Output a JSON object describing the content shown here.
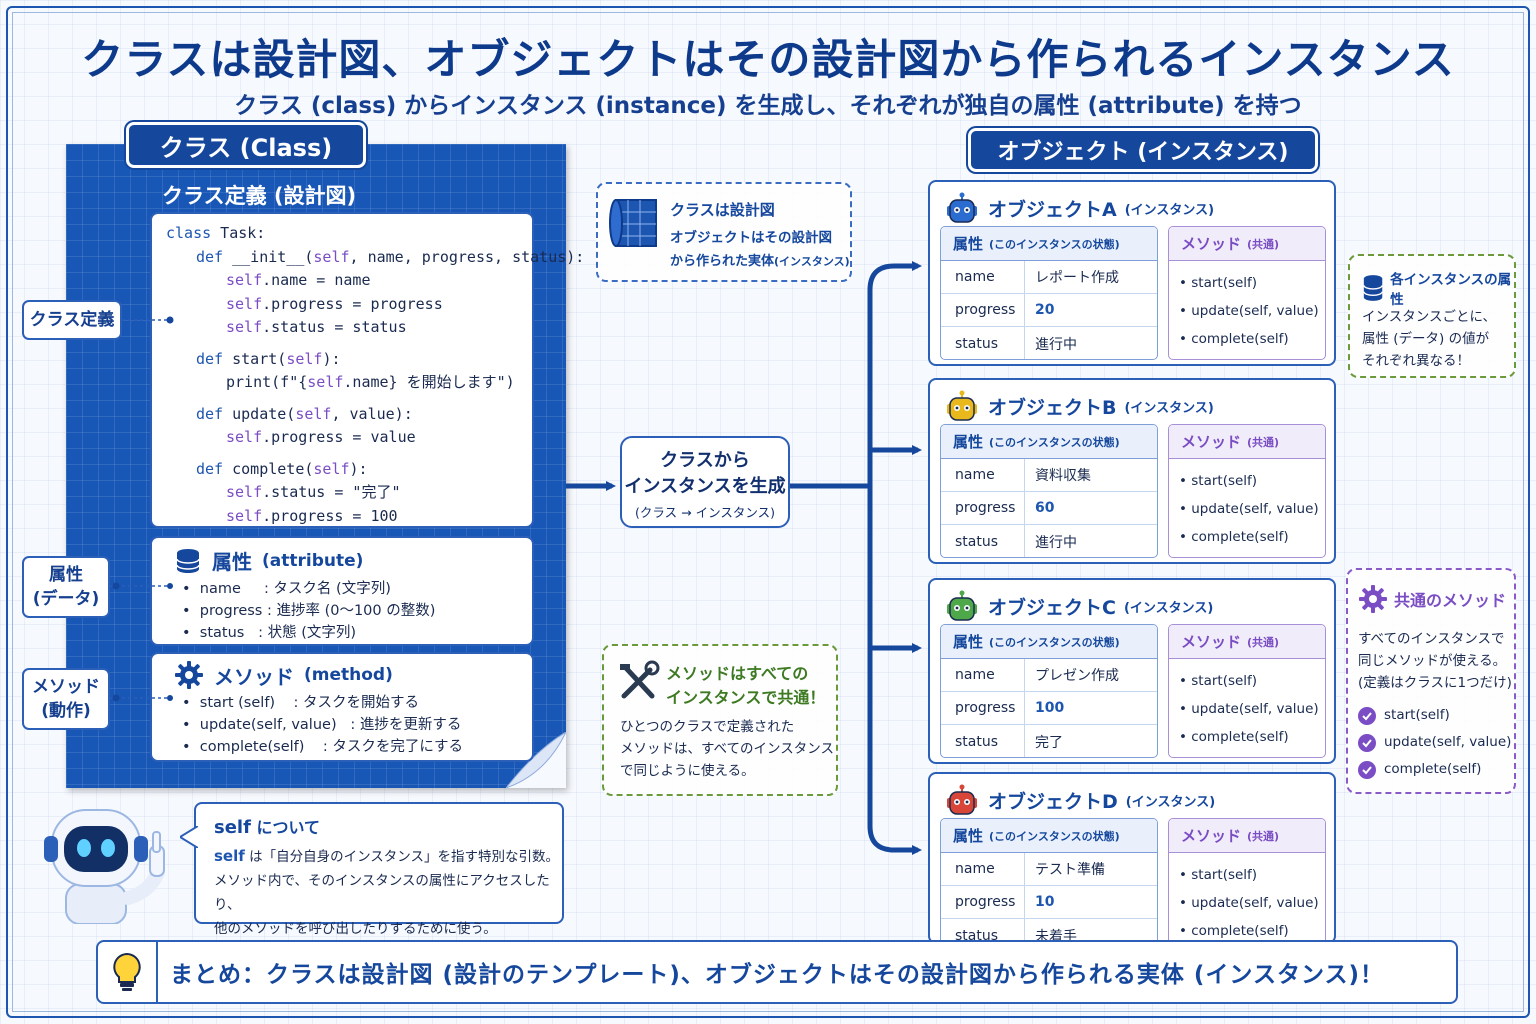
{
  "header": {
    "title": "クラスは設計図、オブジェクトはその設計図から作られるインスタンス",
    "subtitle": "クラス (class) からインスタンス (instance) を生成し、それぞれが独自の属性 (attribute) を持つ"
  },
  "class_panel": {
    "pill": "クラス (Class)",
    "heading": "クラス定義 (設計図)",
    "code": [
      {
        "indent": 0,
        "kw": "class",
        "rest": " Task:"
      },
      {
        "indent": 1,
        "kw": "def",
        "rest": " __init__(",
        "slf": "self",
        "tail": ", name, progress, status):"
      },
      {
        "indent": 2,
        "slf": "self",
        "tail": ".name = name"
      },
      {
        "indent": 2,
        "slf": "self",
        "tail": ".progress = progress"
      },
      {
        "indent": 2,
        "slf": "self",
        "tail": ".status = status"
      },
      {
        "indent": 1,
        "kw": "def",
        "rest": " start(",
        "slf": "self",
        "tail": "):",
        "gap": true
      },
      {
        "indent": 2,
        "rest": "print(f\"{",
        "slf": "self",
        "tail": ".name} を開始します\")"
      },
      {
        "indent": 1,
        "kw": "def",
        "rest": " update(",
        "slf": "self",
        "tail": ", value):",
        "gap": true
      },
      {
        "indent": 2,
        "slf": "self",
        "tail": ".progress = value"
      },
      {
        "indent": 1,
        "kw": "def",
        "rest": " complete(",
        "slf": "self",
        "tail": "):",
        "gap": true
      },
      {
        "indent": 2,
        "slf": "self",
        "tail": ".status = \"完了\""
      },
      {
        "indent": 2,
        "slf": "self",
        "tail": ".progress = 100"
      }
    ],
    "attribute_section": {
      "title": "属性",
      "title_en": "(attribute)",
      "items": [
        "•  name     : タスク名 (文字列)",
        "•  progress : 進捗率 (0〜100 の整数)",
        "•  status   : 状態 (文字列)"
      ]
    },
    "method_section": {
      "title": "メソッド",
      "title_en": "(method)",
      "items": [
        "•  start (self)    : タスクを開始する",
        "•  update(self, value)   : 進捗を更新する",
        "•  complete(self)    : タスクを完了にする"
      ]
    }
  },
  "side_labels": {
    "class_def": "クラス定義",
    "attr_line1": "属性",
    "attr_line2": "(データ)",
    "method_line1": "メソッド",
    "method_line2": "(動作)"
  },
  "notes": {
    "blueprint": {
      "title": "クラスは設計図",
      "line1": "オブジェクトはその設計図",
      "line2": "から作られた実体",
      "line2_small": "(インスタンス)"
    },
    "shared_method": {
      "title1": "メソッドはすべての",
      "title2": "インスタンスで共通！",
      "text": [
        "ひとつのクラスで定義された",
        "メソッドは、すべてのインスタンス",
        "で同じように使える。"
      ]
    },
    "instance_attr": {
      "title": "各インスタンスの属性",
      "text": [
        "インスタンスごとに、",
        "属性 (データ) の値が",
        "それぞれ異なる！"
      ]
    },
    "common_method": {
      "title": "共通のメソッド",
      "text": [
        "すべてのインスタンスで",
        "同じメソッドが使える。",
        "(定義はクラスに1つだけ)"
      ],
      "checks": [
        "start(self)",
        "update(self, value)",
        "complete(self)"
      ]
    }
  },
  "center": {
    "line1": "クラスから",
    "line2": "インスタンスを生成",
    "line3": "(クラス → インスタンス)"
  },
  "objects": {
    "pill": "オブジェクト (インスタンス)",
    "attr_header": "属性",
    "attr_header_small": "(このインスタンスの状態)",
    "method_header": "メソッド",
    "method_header_small": "(共通)",
    "methods": [
      "•  start(self)",
      "•  update(self, value)",
      "•  complete(self)"
    ],
    "attr_keys": [
      "name",
      "progress",
      "status"
    ],
    "items": [
      {
        "name": "オブジェクトA",
        "suffix": "(インスタンス)",
        "color": "#2a6cd0",
        "values": [
          "レポート作成",
          "20",
          "進行中"
        ]
      },
      {
        "name": "オブジェクトB",
        "suffix": "(インスタンス)",
        "color": "#e8b81c",
        "values": [
          "資料収集",
          "60",
          "進行中"
        ]
      },
      {
        "name": "オブジェクトC",
        "suffix": "(インスタンス)",
        "color": "#4ea84a",
        "values": [
          "プレゼン作成",
          "100",
          "完了"
        ]
      },
      {
        "name": "オブジェクトD",
        "suffix": "(インスタンス)",
        "color": "#d8463a",
        "values": [
          "テスト準備",
          "10",
          "未着手"
        ]
      }
    ]
  },
  "self_callout": {
    "title": "self",
    "title_rest": " について",
    "line1_kw": "self",
    "line1": " は「自分自身のインスタンス」を指す特別な引数。",
    "line2": "メソッド内で、そのインスタンスの属性にアクセスしたり、",
    "line3": "他のメソッドを呼び出したりするために使う。"
  },
  "summary": {
    "text": "まとめ：クラスは設計図 (設計のテンプレート)、オブジェクトはその設計図から作られる実体 (インスタンス)！"
  },
  "colors": {
    "primary": "#15479d",
    "blueprint": "#1857b6",
    "accent_purple": "#7a4dc4",
    "accent_green": "#6a9a3a"
  }
}
